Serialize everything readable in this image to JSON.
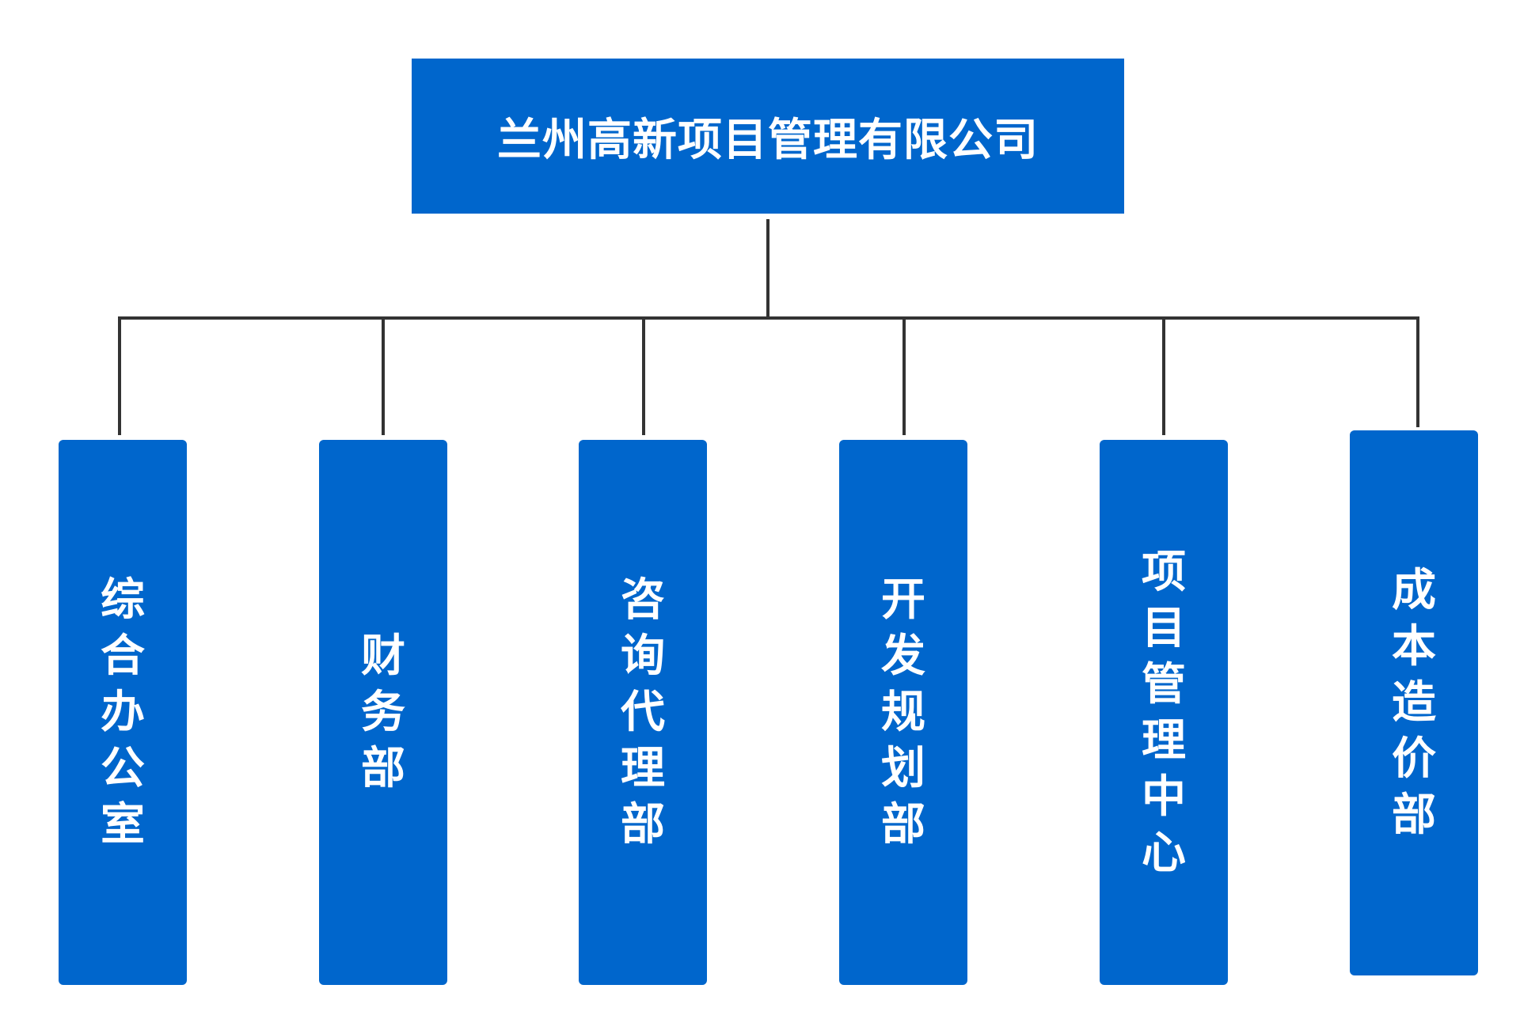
{
  "org_chart": {
    "root": {
      "label": "兰州高新项目管理有限公司"
    },
    "departments": [
      {
        "label": "综合办公室"
      },
      {
        "label": "财务部"
      },
      {
        "label": "咨询代理部"
      },
      {
        "label": "开发规划部"
      },
      {
        "label": "项目管理中心"
      },
      {
        "label": "成本造价部"
      }
    ]
  },
  "colors": {
    "node_fill": "#0066CC",
    "node_text": "#FFFFFF",
    "connector": "#333333",
    "background": "#FFFFFF"
  }
}
